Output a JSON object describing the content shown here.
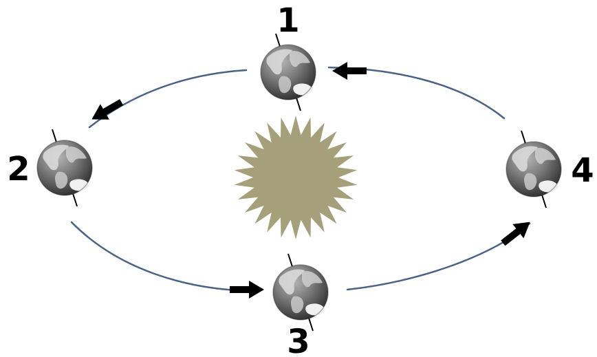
{
  "labels": {
    "position_1": "1",
    "position_2": "2",
    "position_3": "3",
    "position_4": "4"
  },
  "icons": {
    "center": "sun-icon",
    "planet": "earth-globe-icon",
    "direction": "arrow-icon"
  },
  "colors": {
    "sun": "#A59F7A",
    "orbit": "#4A6285",
    "arrow": "#000000",
    "ocean_dark": "#3E3E3E",
    "ocean_light": "#8A8A8A",
    "land": "#DADADA",
    "axis": "#000000"
  }
}
